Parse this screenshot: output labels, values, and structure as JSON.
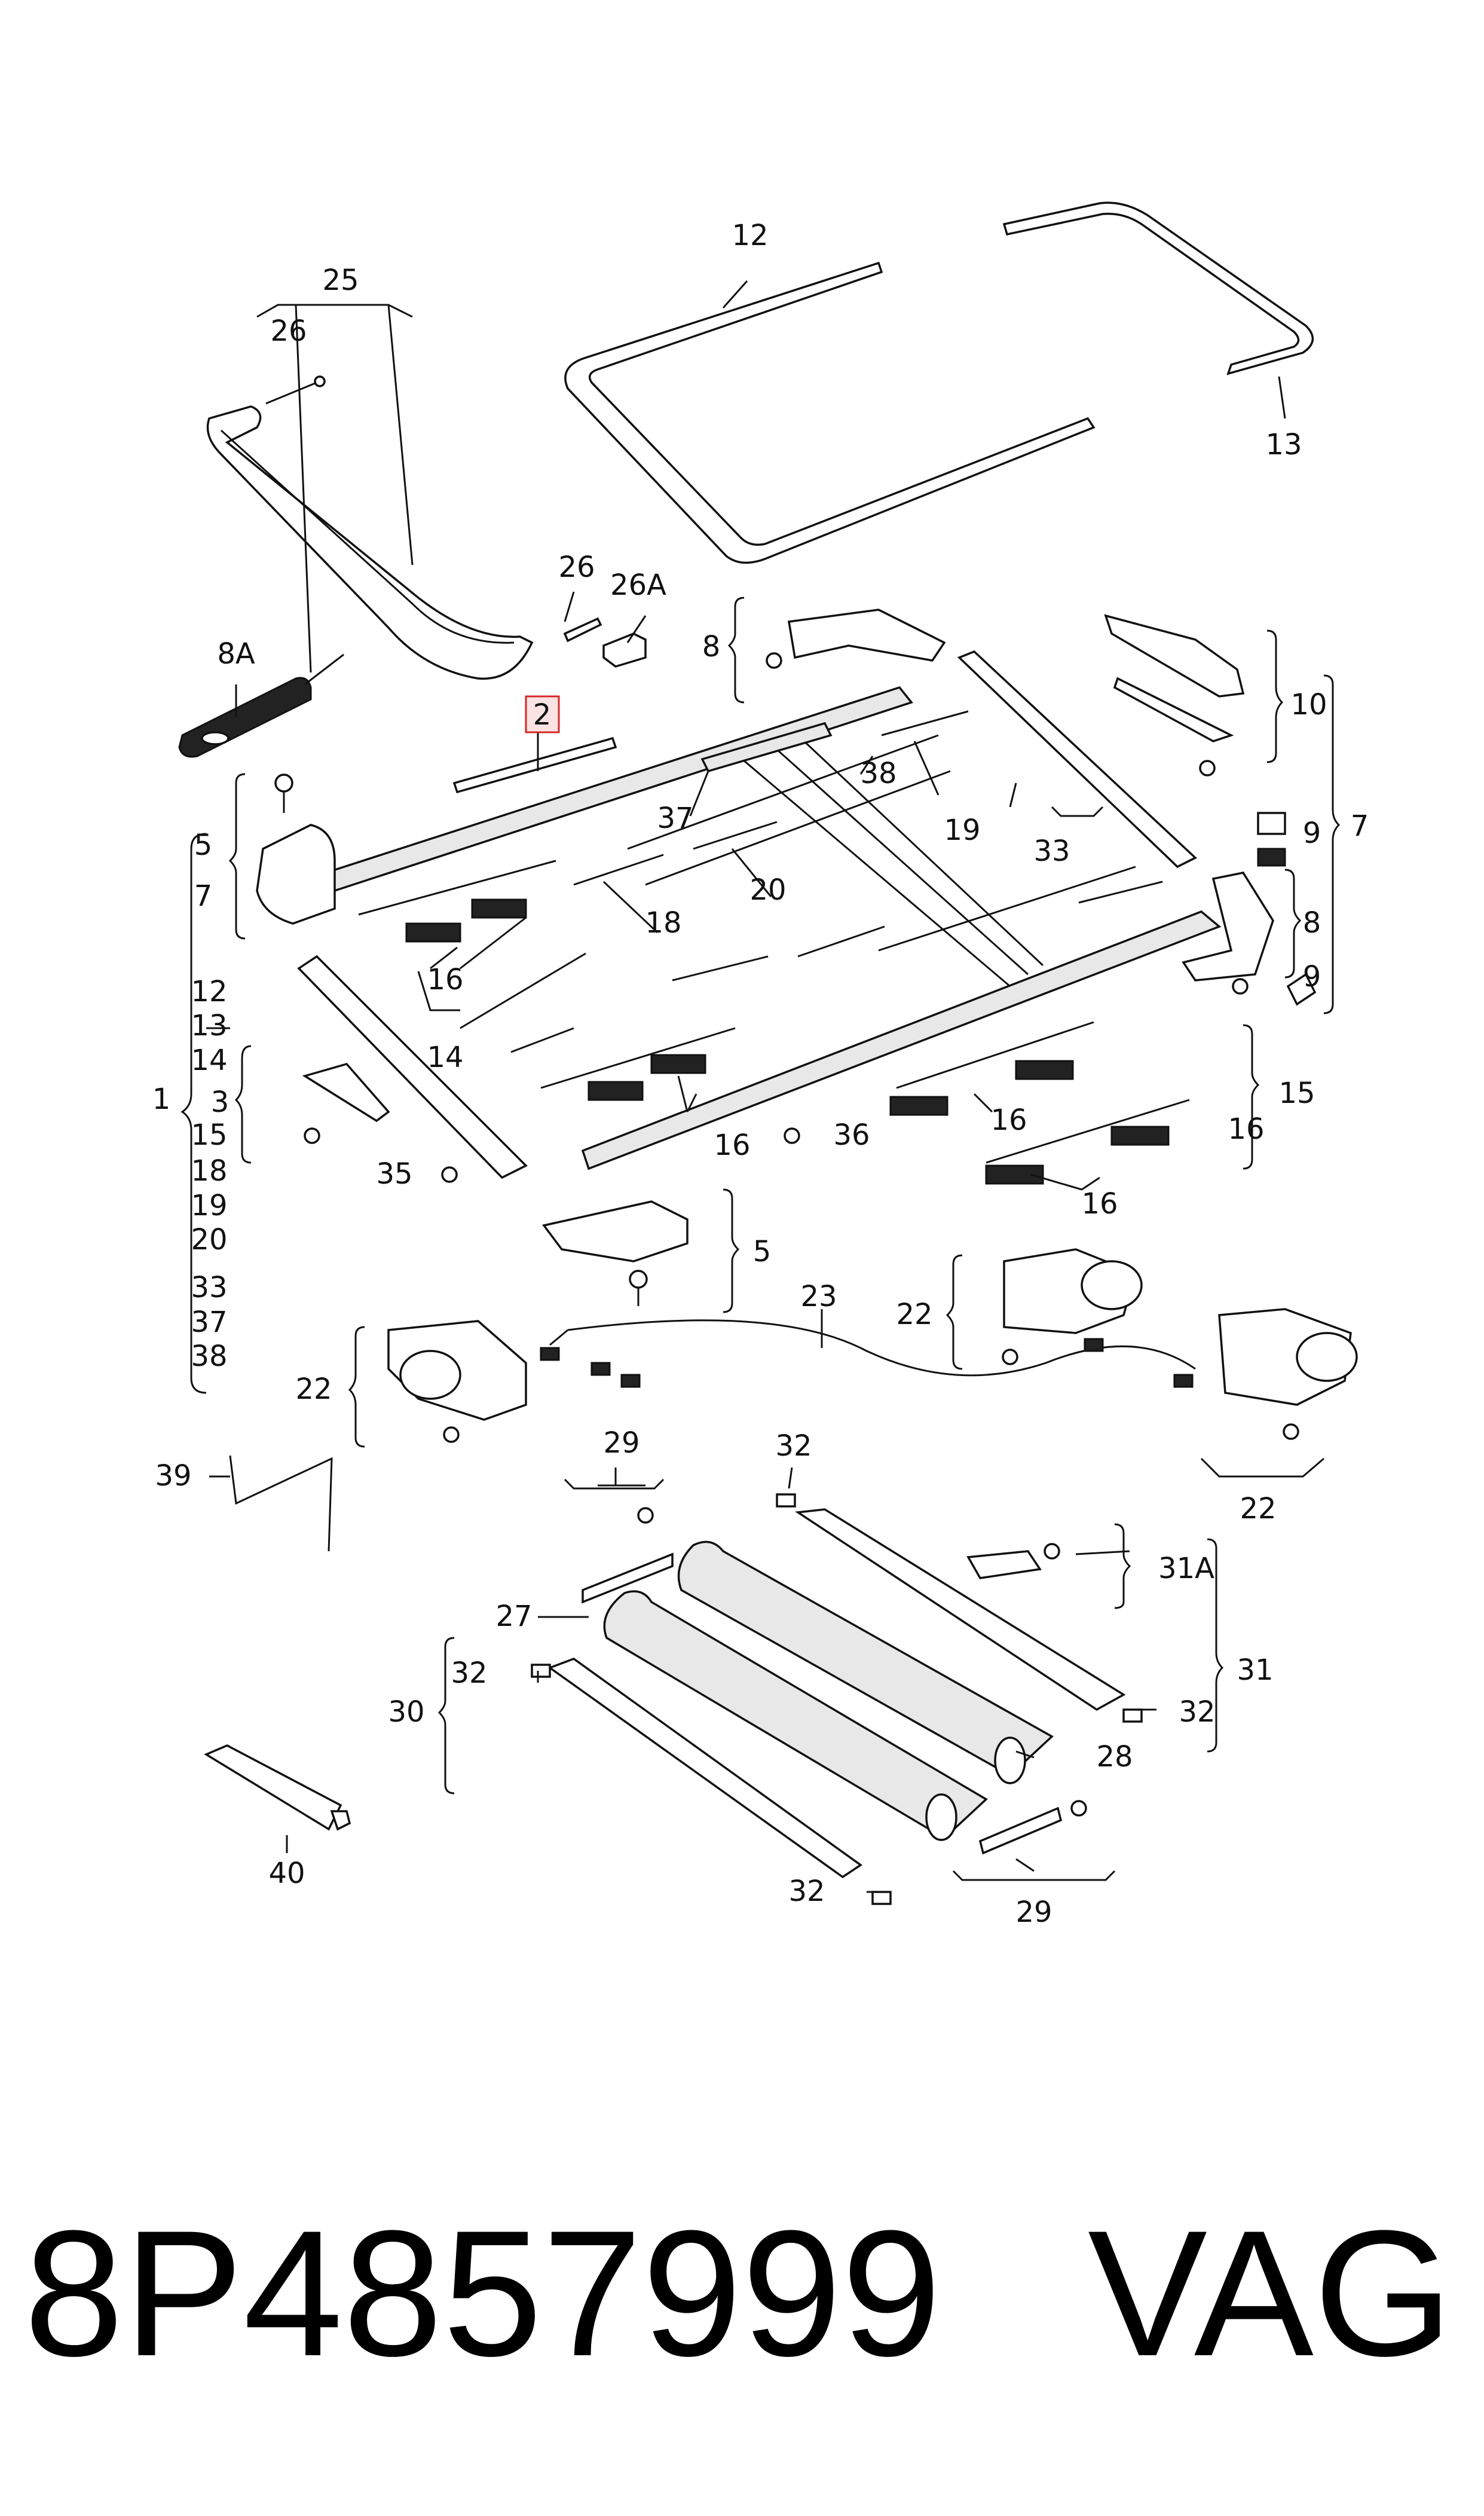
{
  "diagram": {
    "highlighted_callout": "2",
    "callouts": {
      "c12": "12",
      "c13": "13",
      "c25": "25",
      "c26a": "26",
      "c26b": "26",
      "c26A": "26A",
      "c8A": "8A",
      "c2": "2",
      "c8a": "8",
      "c10": "10",
      "c7r": "7",
      "c9a": "9",
      "c8b": "8",
      "c9b": "9",
      "c37": "37",
      "c38": "38",
      "c19": "19",
      "c33": "33",
      "c5a": "5",
      "c7l": "7",
      "c16a": "16",
      "c18": "18",
      "c20": "20",
      "c12b": "12",
      "c13b": "13",
      "c14b": "14",
      "c1": "1",
      "c3": "3",
      "c15b": "15",
      "c18b": "18",
      "c19b": "19",
      "c20b": "20",
      "c33b": "33",
      "c37b": "37",
      "c38b": "38",
      "c14": "14",
      "c15": "15",
      "c16b": "16",
      "c16c": "16",
      "c16d": "16",
      "c36": "36",
      "c35": "35",
      "c5b": "5",
      "c23": "23",
      "c22a": "22",
      "c22b": "22",
      "c22c": "22",
      "c39": "39",
      "c29a": "29",
      "c32a": "32",
      "c31A": "31A",
      "c27": "27",
      "c31": "31",
      "c30": "30",
      "c32b": "32",
      "c32c": "32",
      "c28": "28",
      "c40": "40",
      "c32d": "32",
      "c29b": "29"
    }
  },
  "footer": {
    "part_number": "8P4857999",
    "brand": "VAG"
  }
}
